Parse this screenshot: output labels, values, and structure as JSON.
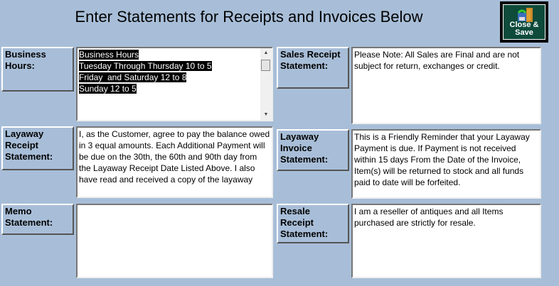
{
  "title": "Enter Statements for Receipts and Invoices Below",
  "close_save": {
    "line1": "Close &",
    "line2": "Save"
  },
  "business_hours": {
    "label": "Business Hours:",
    "lines": [
      "Business Hours",
      "Tuesday Through Thursday 10 to 5",
      "Friday  and Saturday 12 to 8",
      "Sunday 12 to 5"
    ]
  },
  "layaway_receipt": {
    "label": "Layaway Receipt Statement:",
    "text": "I, as the Customer, agree to pay the balance owed in 3 equal amounts. Each Additional Payment will be due on the 30th, the 60th and 90th day from the Layaway Receipt Date Listed Above. I also have read and received a copy of the layaway"
  },
  "memo": {
    "label": "Memo Statement:",
    "text": ""
  },
  "sales_receipt": {
    "label": "Sales Receipt Statement:",
    "text": "Please Note: All Sales are Final and are not subject for return, exchanges or credit."
  },
  "layaway_invoice": {
    "label": "Layaway Invoice Statement:",
    "text": "This is a Friendly Reminder that your Layaway Payment is due. If Payment is not received within 15 days From the Date of the Invoice, Item(s) will be returned to stock and all funds paid to date will be forfeited."
  },
  "resale_receipt": {
    "label": "Resale Receipt Statement:",
    "text": "I am a reseller of antiques and all Items purchased are strictly for resale."
  }
}
